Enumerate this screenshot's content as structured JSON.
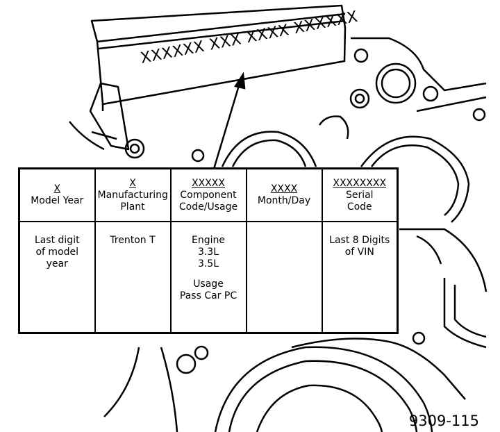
{
  "stamp_text": "XXXXXX XXX XXXX XXXXXX",
  "figure_id": "9309-115",
  "columns": [
    {
      "code": "X",
      "label_lines": [
        "Model Year"
      ],
      "desc_lines": [
        "Last digit",
        "of model",
        "year"
      ]
    },
    {
      "code": "X",
      "label_lines": [
        "Manufacturing",
        "Plant"
      ],
      "desc_lines": [
        "Trenton T"
      ]
    },
    {
      "code": "XXXXX",
      "label_lines": [
        "Component",
        "Code/Usage"
      ],
      "desc_lines": [
        "Engine",
        "3.3L",
        "3.5L"
      ],
      "desc_lines_2": [
        "Usage",
        "Pass Car PC"
      ]
    },
    {
      "code": "XXXX",
      "label_lines": [
        "Month/Day"
      ],
      "desc_lines": []
    },
    {
      "code": "XXXXXXXX",
      "label_lines": [
        "Serial",
        "Code"
      ],
      "desc_lines": [
        "Last 8 Digits",
        "of VIN"
      ]
    }
  ]
}
